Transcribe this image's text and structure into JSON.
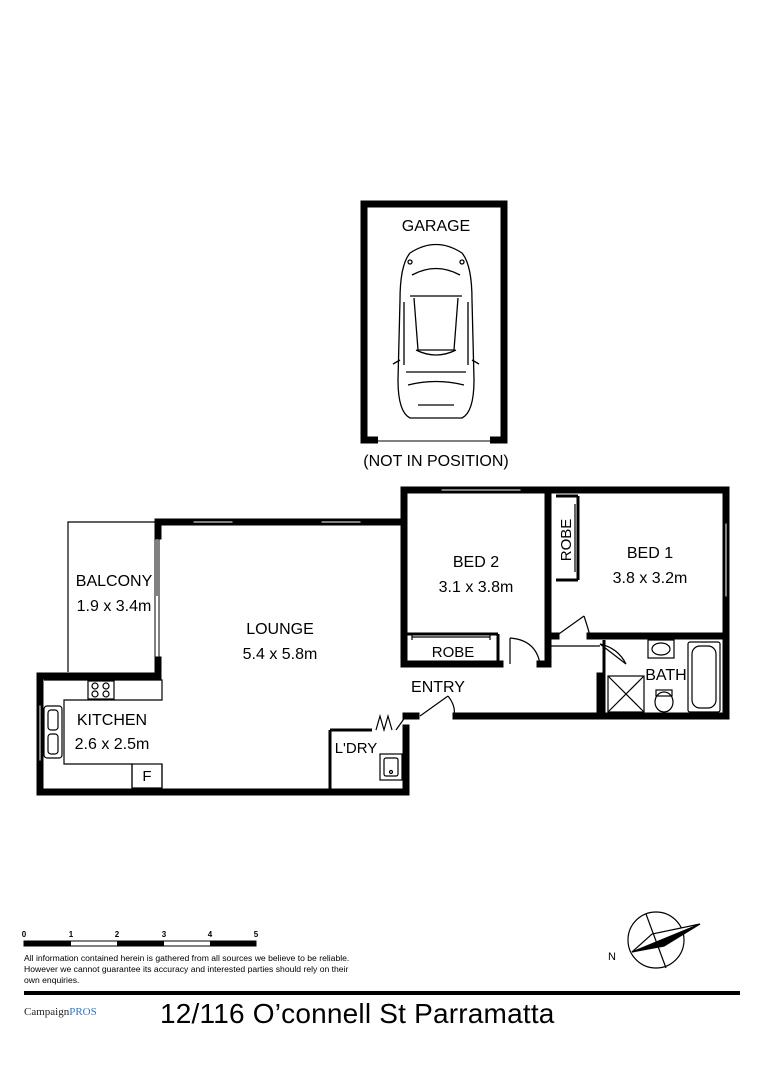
{
  "rooms": {
    "garage": {
      "name": "GARAGE",
      "note": "(NOT IN POSITION)"
    },
    "bed2": {
      "name": "BED 2",
      "size": "3.1 x 3.8m"
    },
    "bed1": {
      "name": "BED 1",
      "size": "3.8 x 3.2m"
    },
    "robe_bed1": {
      "name": "ROBE"
    },
    "robe_bed2": {
      "name": "ROBE"
    },
    "balcony": {
      "name": "BALCONY",
      "size": "1.9 x 3.4m"
    },
    "lounge": {
      "name": "LOUNGE",
      "size": "5.4 x 5.8m"
    },
    "kitchen": {
      "name": "KITCHEN",
      "size": "2.6 x 2.5m"
    },
    "fridge": {
      "name": "F"
    },
    "laundry": {
      "name": "L'DRY"
    },
    "bath": {
      "name": "BATH"
    },
    "entry": {
      "name": "ENTRY"
    }
  },
  "scale_bar": {
    "ticks": [
      "0",
      "1",
      "2",
      "3",
      "4",
      "5"
    ]
  },
  "compass": {
    "label": "N"
  },
  "footer": {
    "disclaimer": "All information contained herein is gathered from all sources we believe to be reliable. However we cannot guarantee its accuracy and interested parties should rely on their own enquiries.",
    "address": "12/116 O’connell St Parramatta",
    "logo_prefix": "Campaign",
    "logo_brand": "PROS"
  }
}
